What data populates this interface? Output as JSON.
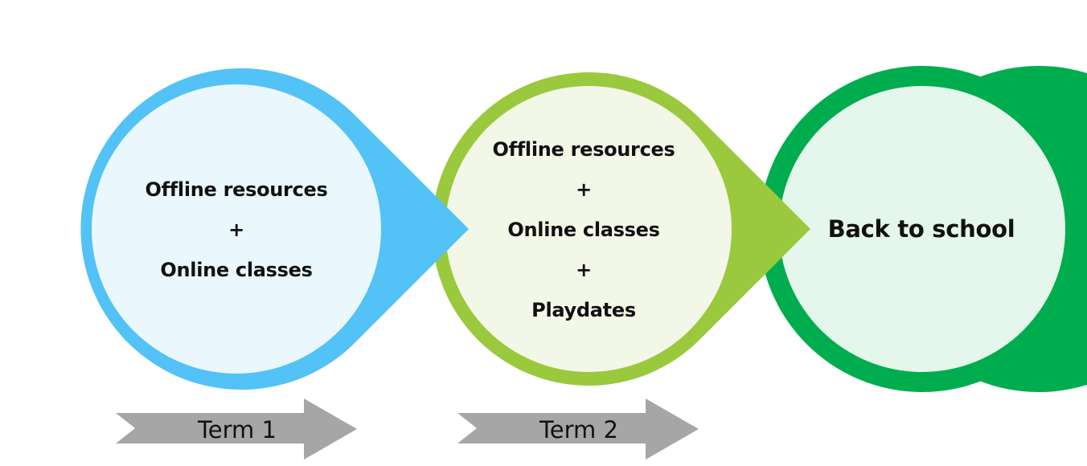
{
  "stages": [
    {
      "lines": [
        "Offline resources",
        "+",
        "Online classes"
      ],
      "ring_color": "#53c2f6",
      "fill_color": "#eaf7fd"
    },
    {
      "lines": [
        "Offline resources",
        "+",
        "Online classes",
        "+",
        "Playdates"
      ],
      "ring_color": "#9ac93d",
      "fill_color": "#f2f7e8"
    },
    {
      "lines": [
        "Back to school"
      ],
      "ring_color": "#00ad4e",
      "fill_color": "#e5f6ec"
    }
  ],
  "terms": [
    {
      "label": "Term 1",
      "color": "#a6a6a6"
    },
    {
      "label": "Term 2",
      "color": "#a6a6a6"
    }
  ]
}
